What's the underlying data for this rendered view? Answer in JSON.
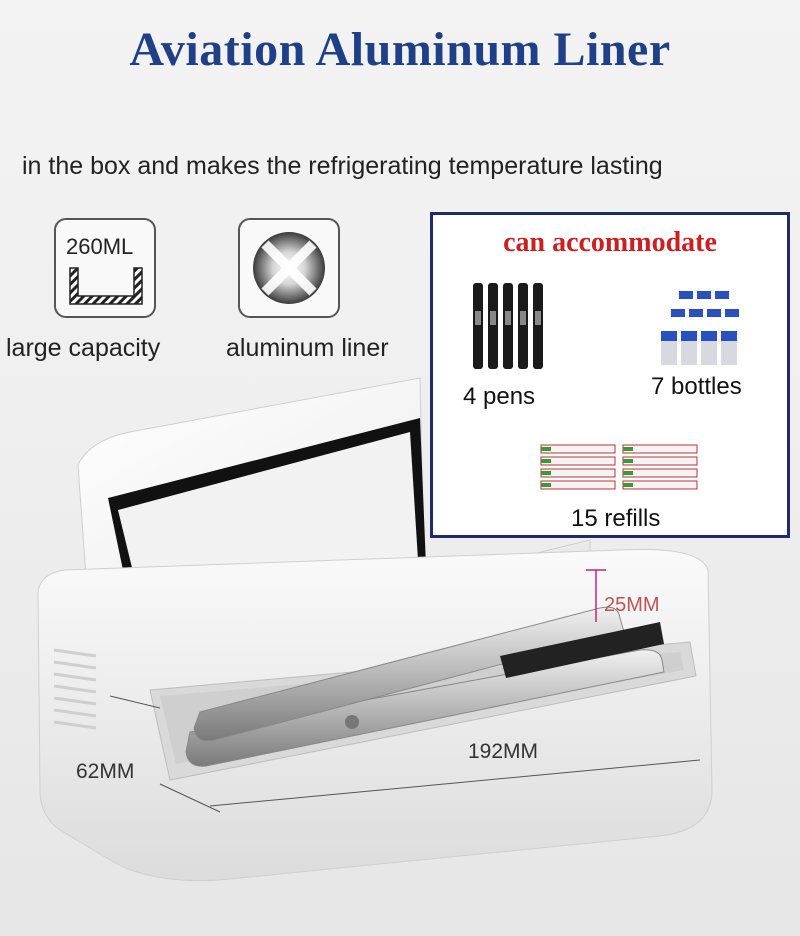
{
  "header": {
    "title": "Aviation Aluminum Liner",
    "subtitle": "in the box and makes the refrigerating temperature lasting"
  },
  "features": [
    {
      "icon": "capacity-icon",
      "icon_text": "260ML",
      "label": "large capacity"
    },
    {
      "icon": "aluminum-liner-icon",
      "label": "aluminum liner"
    }
  ],
  "accommodate": {
    "title": "can accommodate",
    "items": [
      {
        "icon": "pens-icon",
        "label": "4 pens"
      },
      {
        "icon": "bottles-icon",
        "label": "7 bottles"
      },
      {
        "icon": "refills-icon",
        "label": "15 refills"
      }
    ]
  },
  "dimensions": {
    "depth": "25MM",
    "length": "192MM",
    "height": "62MM"
  },
  "colors": {
    "title": "#1f3f86",
    "accent_red": "#cc2020",
    "frame": "#1e2d6a"
  }
}
